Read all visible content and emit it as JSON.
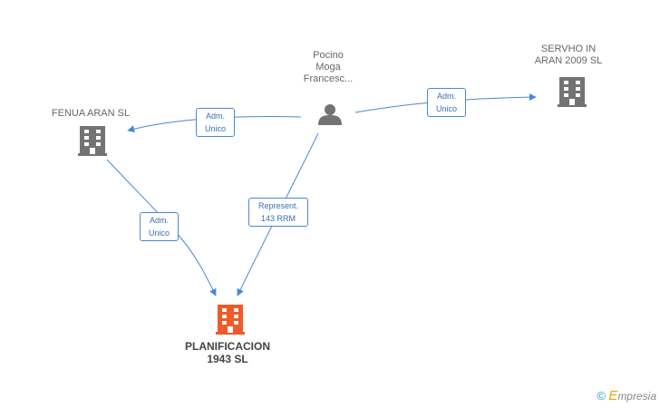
{
  "nodes": {
    "person": {
      "lines": [
        "Pocino",
        "Moga",
        "Francesc..."
      ]
    },
    "fenua": {
      "lines": [
        "FENUA ARAN SL"
      ]
    },
    "servho": {
      "lines": [
        "SERVHO IN",
        "ARAN 2009 SL"
      ]
    },
    "planificacion": {
      "lines": [
        "PLANIFICACION",
        "1943 SL"
      ]
    }
  },
  "edges": {
    "person_fenua": {
      "lines": [
        "Adm.",
        "Unico"
      ]
    },
    "person_servho": {
      "lines": [
        "Adm.",
        "Unico"
      ]
    },
    "fenua_planificacion": {
      "lines": [
        "Adm.",
        "Unico"
      ]
    },
    "person_planificacion": {
      "lines": [
        "Represent.",
        "143 RRM"
      ]
    }
  },
  "colors": {
    "edge": "#4a87d6",
    "building_gray": "#737373",
    "building_main": "#f05a28",
    "person": "#737373"
  },
  "icons": {
    "person": "person-icon",
    "company": "building-icon"
  },
  "footer": {
    "copyright": "©",
    "brand_initial": "E",
    "brand_rest": "mpresia"
  }
}
